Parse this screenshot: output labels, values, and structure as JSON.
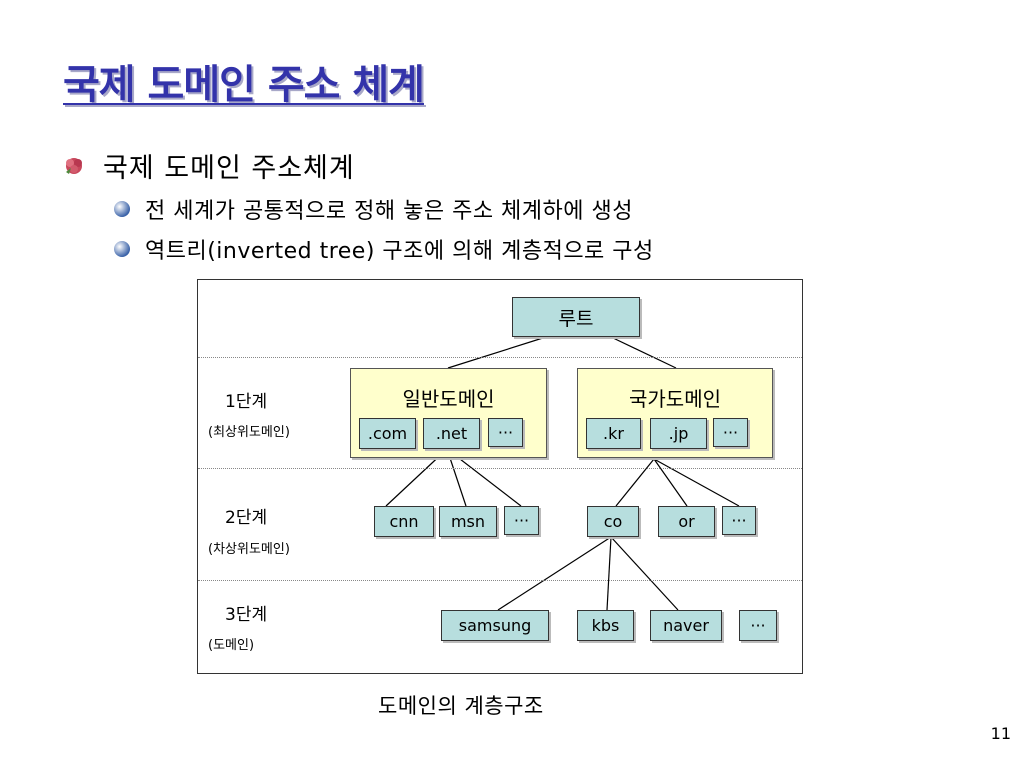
{
  "title": "국제 도메인 주소 체계",
  "bullet": "국제 도메인 주소체계",
  "sub_bullets": [
    "전 세계가 공통적으로 정해 놓은 주소 체계하에 생성",
    "역트리(inverted tree) 구조에 의해 계층적으로 구성"
  ],
  "levels": [
    {
      "label": "1단계",
      "sub": "(최상위도메인)"
    },
    {
      "label": "2단계",
      "sub": "(차상위도메인)"
    },
    {
      "label": "3단계",
      "sub": "(도메인)"
    }
  ],
  "tree": {
    "root": "루트",
    "general": {
      "title": "일반도메인",
      "items": [
        ".com",
        ".net",
        "···"
      ]
    },
    "country": {
      "title": "국가도메인",
      "items": [
        ".kr",
        ".jp",
        "···"
      ]
    },
    "second_general": [
      "cnn",
      "msn",
      "···"
    ],
    "second_country": [
      "co",
      "or",
      "···"
    ],
    "third": [
      "samsung",
      "kbs",
      "naver",
      "···"
    ]
  },
  "caption": "도메인의 계층구조",
  "page_number": "11",
  "colors": {
    "title": "#3333aa",
    "node_fill": "#b7dede",
    "group_fill": "#ffffcc"
  }
}
